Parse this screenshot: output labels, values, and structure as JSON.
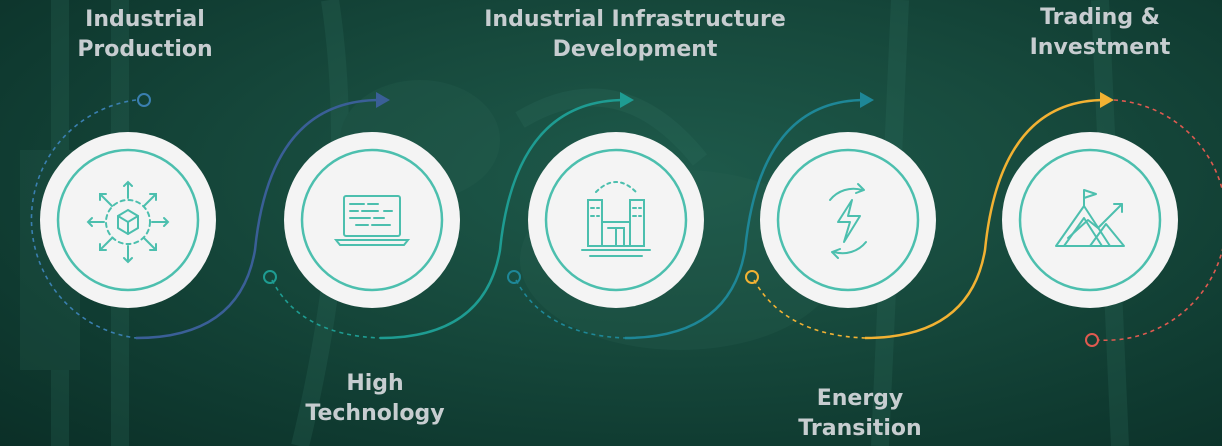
{
  "stages": [
    {
      "label": "Industrial\nProduction",
      "icon": "cube-expand-icon",
      "arc_color": "#3a5f97",
      "position": "top"
    },
    {
      "label": "High\nTechnology",
      "icon": "laptop-code-icon",
      "arc_color": "#1e9c92",
      "position": "bottom"
    },
    {
      "label": "Industrial Infrastructure\nDevelopment",
      "icon": "factory-buildings-icon",
      "arc_color": "#1e8797",
      "position": "top"
    },
    {
      "label": "Energy\nTransition",
      "icon": "energy-cycle-icon",
      "arc_color": "#f2b233",
      "position": "bottom"
    },
    {
      "label": "Trading &\nInvestment",
      "icon": "mountain-growth-icon",
      "arc_color": "#e05a50",
      "position": "top"
    }
  ],
  "colors": {
    "icon": "#4cbfae",
    "circle_fill": "#f4f4f4",
    "label": "#c7cdd0",
    "dash_start": "#3a7fb0"
  }
}
